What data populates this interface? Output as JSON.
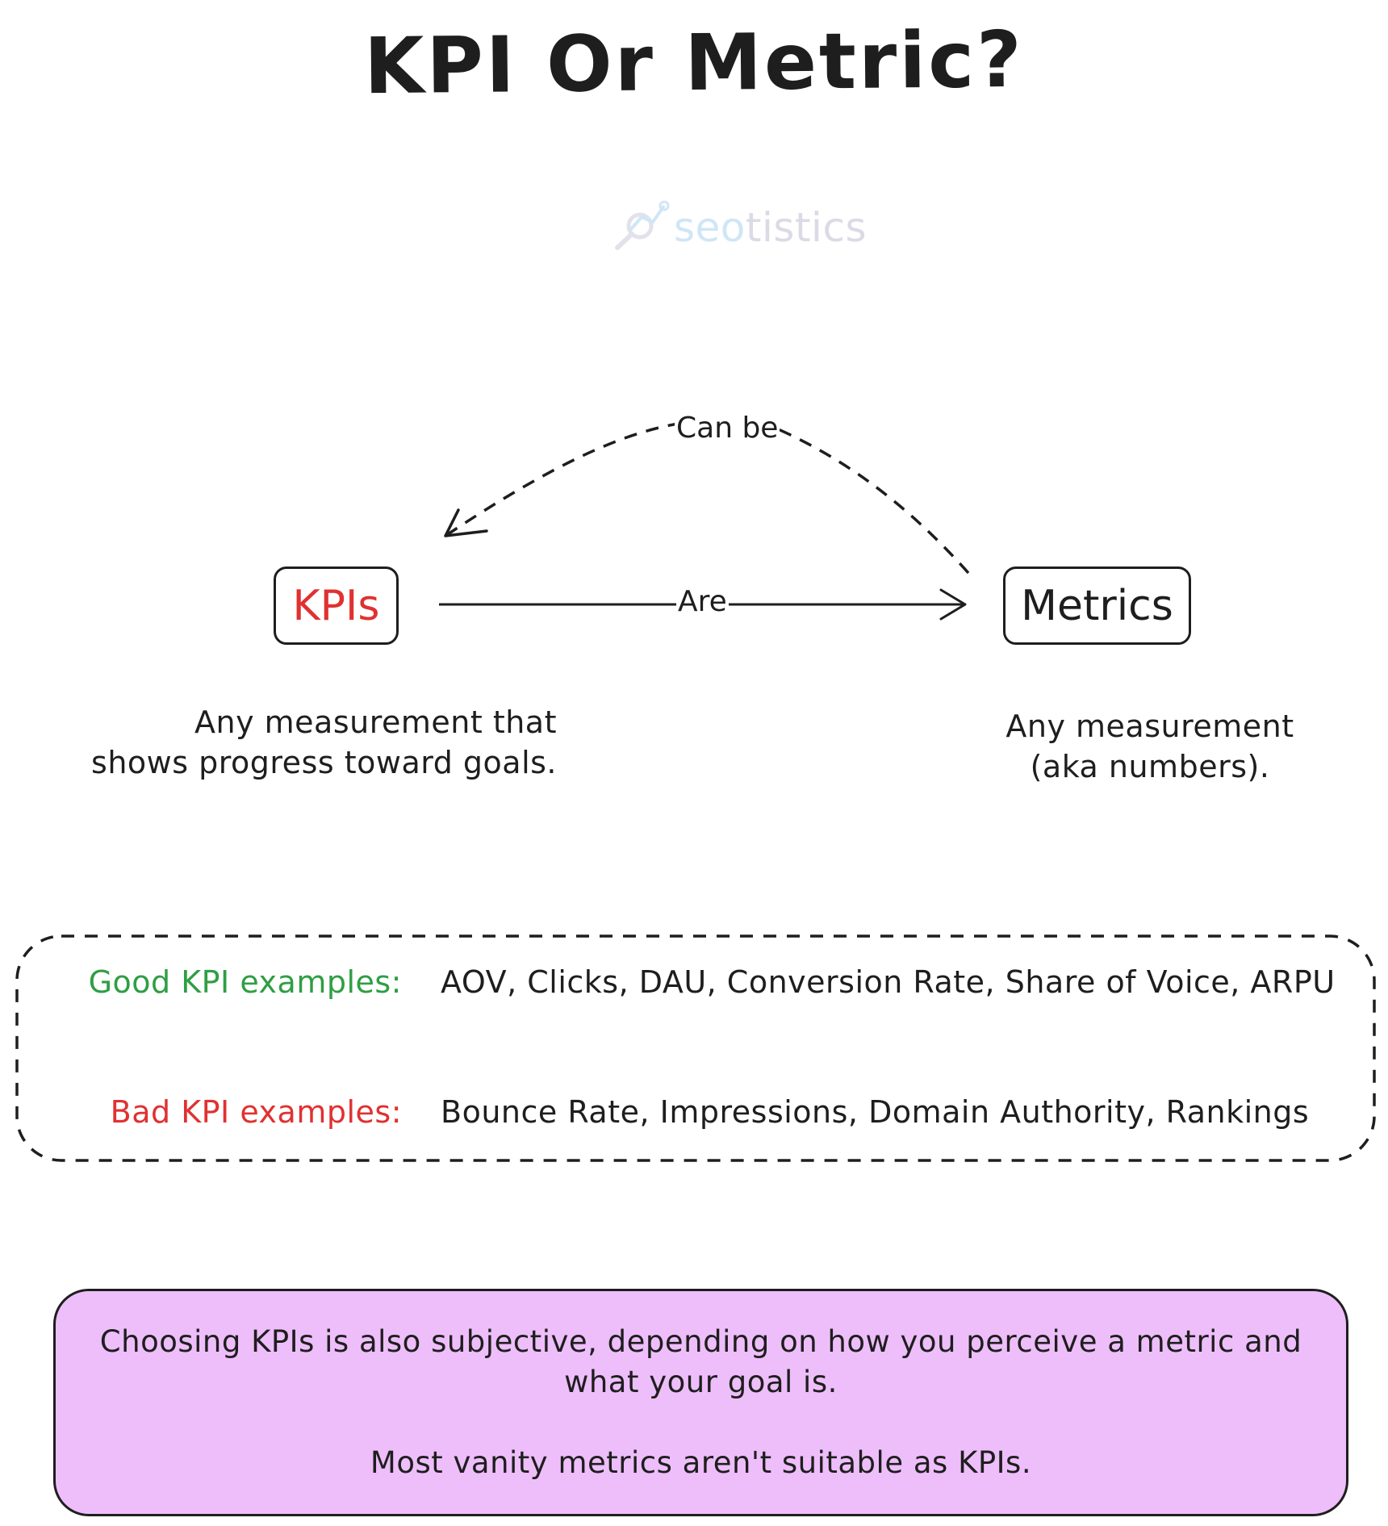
{
  "title": "KPI Or Metric?",
  "logo": {
    "word_part1": "seo",
    "word_part2": "tistics",
    "icon": "magnifier-chart-icon",
    "color1": "#cfe6f6",
    "color2": "#e3e1ec"
  },
  "colors": {
    "red": "#e03131",
    "green": "#2f9e44",
    "ink": "#1e1e1e",
    "note_fill": "#eebefa"
  },
  "diagram": {
    "nodes": {
      "kpis": "KPIs",
      "metrics": "Metrics"
    },
    "edges": {
      "are": "Are",
      "can_be": "Can be"
    }
  },
  "descriptions": {
    "kpis": "Any measurement that\nshows progress toward goals.",
    "metrics": "Any measurement\n(aka numbers)."
  },
  "examples": {
    "good_label": "Good KPI examples:",
    "good_values": "AOV, Clicks, DAU, Conversion Rate, Share of Voice, ARPU",
    "bad_label": "Bad KPI examples:",
    "bad_values": "Bounce Rate, Impressions, Domain Authority, Rankings"
  },
  "note": {
    "line1": "Choosing KPIs is also subjective, depending on how you perceive a metric and",
    "line2": "what your goal is.",
    "line3": "Most vanity metrics aren't suitable as KPIs."
  }
}
